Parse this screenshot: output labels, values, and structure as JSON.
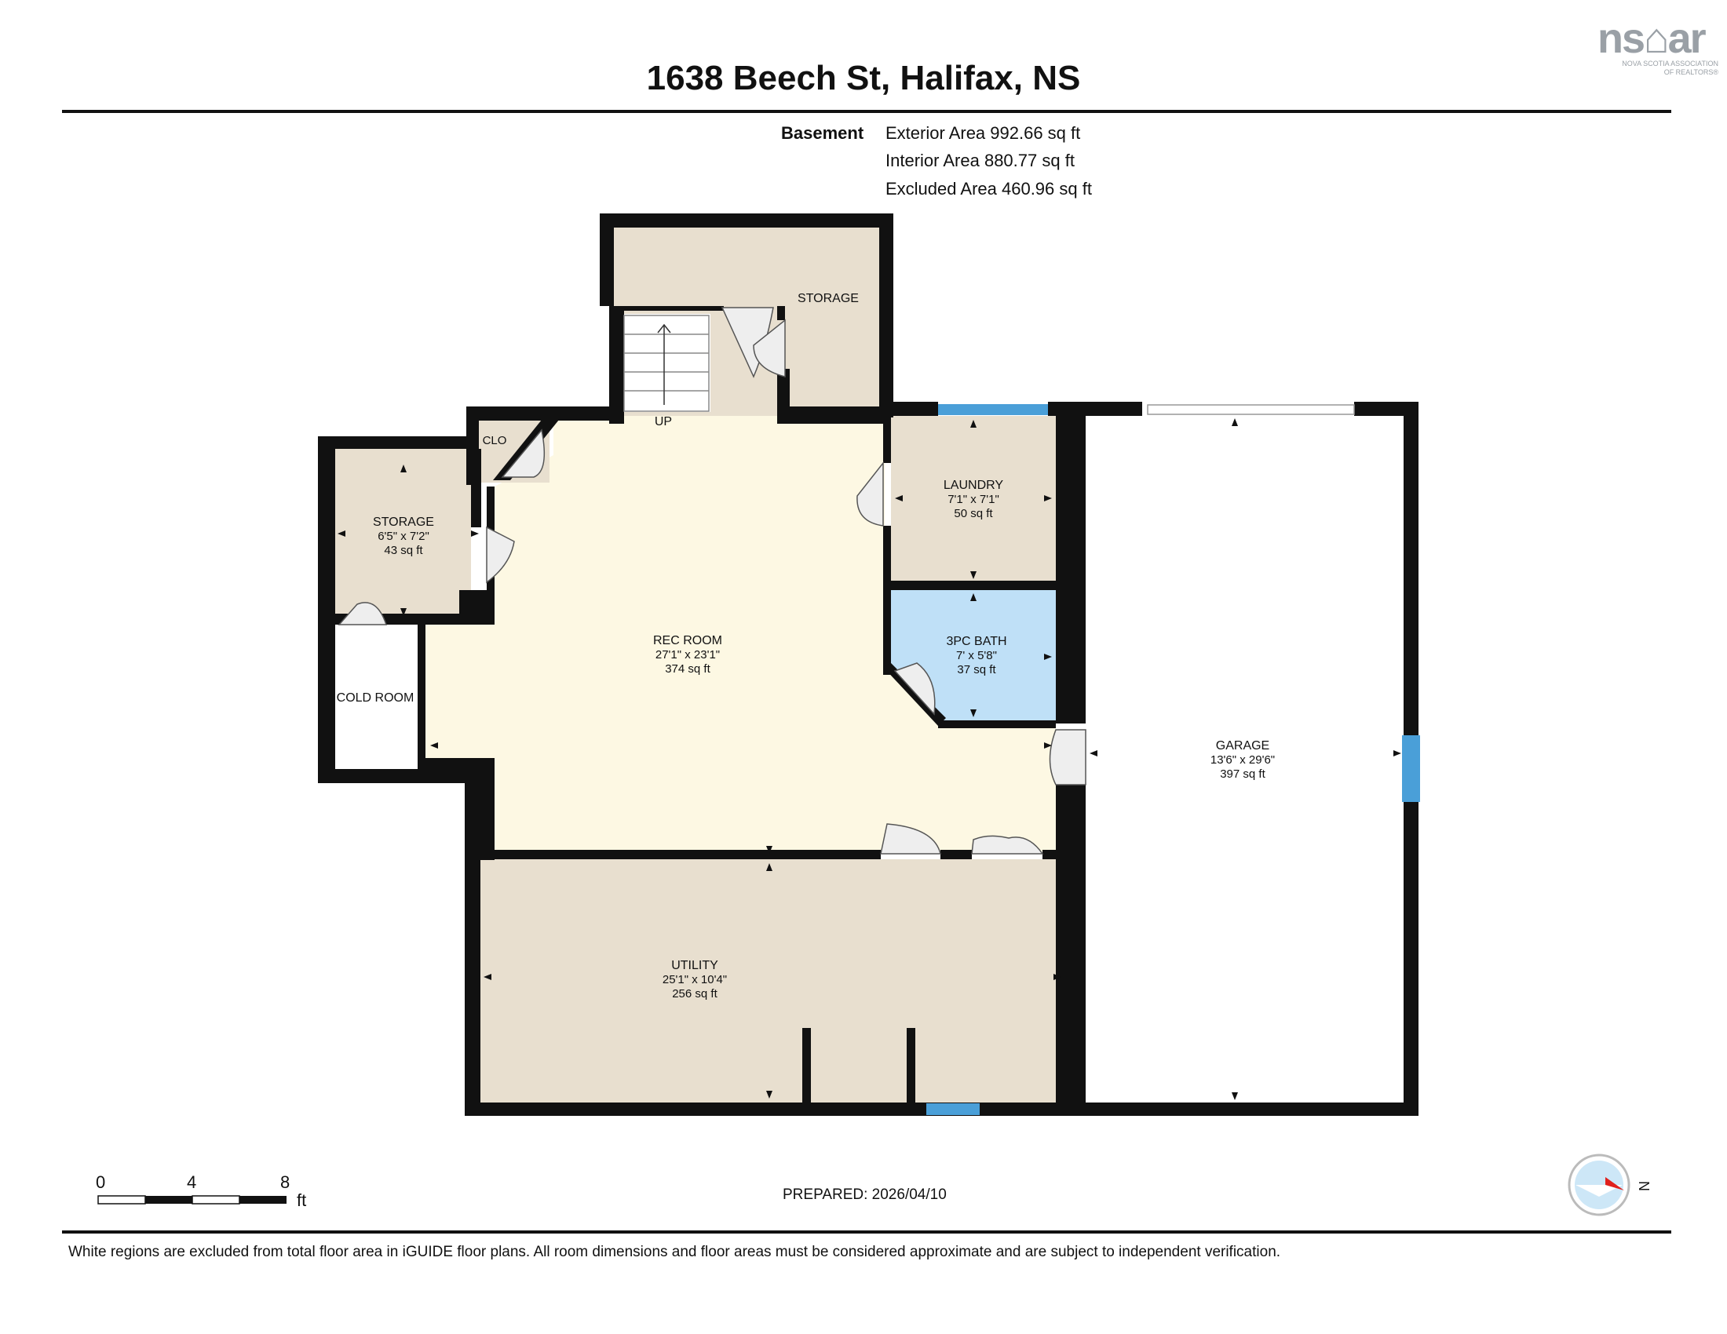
{
  "header": {
    "title": "1638 Beech St, Halifax, NS",
    "logo_text": "ns⌂ar",
    "logo_sub_1": "NOVA SCOTIA ASSOCIATION",
    "logo_sub_2": "OF REALTORS®"
  },
  "summary": {
    "floor_label": "Basement",
    "exterior_area": "Exterior Area 992.66 sq ft",
    "interior_area": "Interior Area 880.77 sq ft",
    "excluded_area": "Excluded Area 460.96 sq ft"
  },
  "rooms": {
    "storage_top": {
      "name": "STORAGE"
    },
    "stairs": {
      "label": "UP"
    },
    "closet": {
      "name": "CLO"
    },
    "storage_left": {
      "name": "STORAGE",
      "dims": "6'5\" x 7'2\"",
      "area": "43 sq ft"
    },
    "cold_room": {
      "name": "COLD ROOM"
    },
    "rec_room": {
      "name": "REC ROOM",
      "dims": "27'1\" x 23'1\"",
      "area": "374 sq ft"
    },
    "laundry": {
      "name": "LAUNDRY",
      "dims": "7'1\" x 7'1\"",
      "area": "50 sq ft"
    },
    "bath": {
      "name": "3PC BATH",
      "dims": "7' x 5'8\"",
      "area": "37 sq ft"
    },
    "garage": {
      "name": "GARAGE",
      "dims": "13'6\" x 29'6\"",
      "area": "397 sq ft"
    },
    "utility": {
      "name": "UTILITY",
      "dims": "25'1\" x 10'4\"",
      "area": "256 sq ft"
    }
  },
  "colors": {
    "wall": "#111111",
    "rec_room": "#fdf8e3",
    "storage": "#e8dfcf",
    "bath": "#bfe0f7",
    "window": "#4a9fd8",
    "excluded": "#ffffff"
  },
  "scale_bar": {
    "ticks": [
      "0",
      "4",
      "8"
    ],
    "unit": "ft"
  },
  "prepared": "PREPARED: 2026/04/10",
  "compass": {
    "label": "N"
  },
  "footnote": "White regions are excluded from total floor area in iGUIDE floor plans. All room dimensions and floor areas must be considered approximate and are subject to independent verification."
}
